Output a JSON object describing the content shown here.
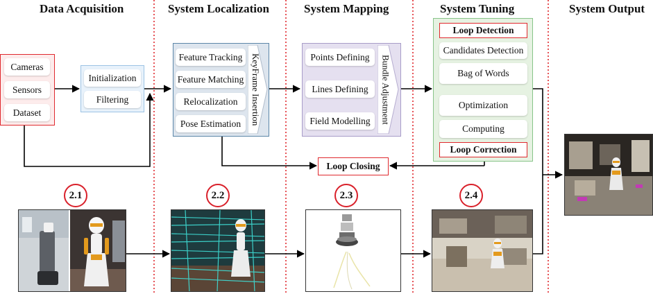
{
  "columns": [
    {
      "id": "acq",
      "title": "Data Acquisition"
    },
    {
      "id": "loc",
      "title": "System Localization"
    },
    {
      "id": "map",
      "title": "System Mapping"
    },
    {
      "id": "tun",
      "title": "System Tuning"
    },
    {
      "id": "out",
      "title": "System Output"
    }
  ],
  "acquisition": {
    "inputs": [
      "Cameras",
      "Sensors",
      "Dataset"
    ],
    "preprocess": [
      "Initialization",
      "Filtering"
    ]
  },
  "localization": {
    "items": [
      "Feature Tracking",
      "Feature Matching",
      "Relocalization",
      "Pose Estimation"
    ],
    "side_label": "KeyFrame Insertion"
  },
  "mapping": {
    "items": [
      "Points Defining",
      "Lines Defining",
      "Field Modelling"
    ],
    "side_label": "Bundle Adjustment"
  },
  "tuning": {
    "loop_detection": "Loop Detection",
    "items": [
      "Candidates Detection",
      "Bag of Words",
      "Optimization",
      "Computing"
    ],
    "loop_correction": "Loop Correction"
  },
  "loop_closing": "Loop Closing",
  "steps": [
    "2.1",
    "2.2",
    "2.3",
    "2.4"
  ],
  "colors": {
    "red": "#e0282d",
    "input_fill": "#fdecec",
    "prep_border": "#9cc3e4",
    "prep_fill": "#e8f2fb",
    "loc_border": "#5b86a8",
    "loc_fill": "#dde5ee",
    "map_border": "#a89cc8",
    "map_fill": "#e5e0f0",
    "tun_border": "#88c489",
    "tun_fill": "#e6f2e2"
  }
}
